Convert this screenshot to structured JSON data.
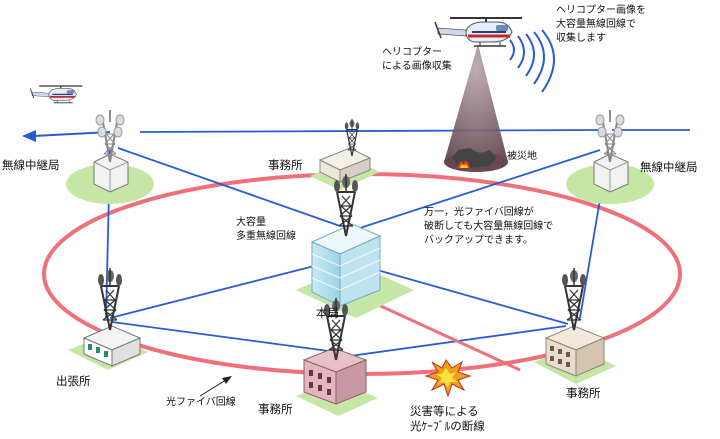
{
  "labels": {
    "heli_label": "ヘリコプター画像を\n大容量無線回線で\n収集します",
    "heli_collect": "ヘリコプター\nによる画像収集",
    "relay_left": "無線中継局",
    "relay_right": "無線中継局",
    "office_top": "事務所",
    "disaster_area": "被災地",
    "high_capacity": "大容量\n多重無線回線",
    "backup_note": "万一，光ファイバ回線が\n破断しても大容量無線回線で\nバックアップできます。",
    "headquarters": "本局",
    "branch_office": "出張所",
    "fiber_line": "光ファイバ回線",
    "office_bottom": "事務所",
    "office_right": "事務所",
    "cable_break": "災害等による\n光ｹｰﾌﾞﾙの断線"
  },
  "colors": {
    "fiber_ring": "#f0707a",
    "radio_link": "#2a5bd7",
    "ground": "#c6e6a6",
    "camera_cone": "#7a5860",
    "tower": "#444444",
    "hq_building": "#d8f0f8",
    "bottom_office": "#d9a8b4",
    "right_office": "#e8d8c8",
    "left_office": "#ffffff"
  }
}
